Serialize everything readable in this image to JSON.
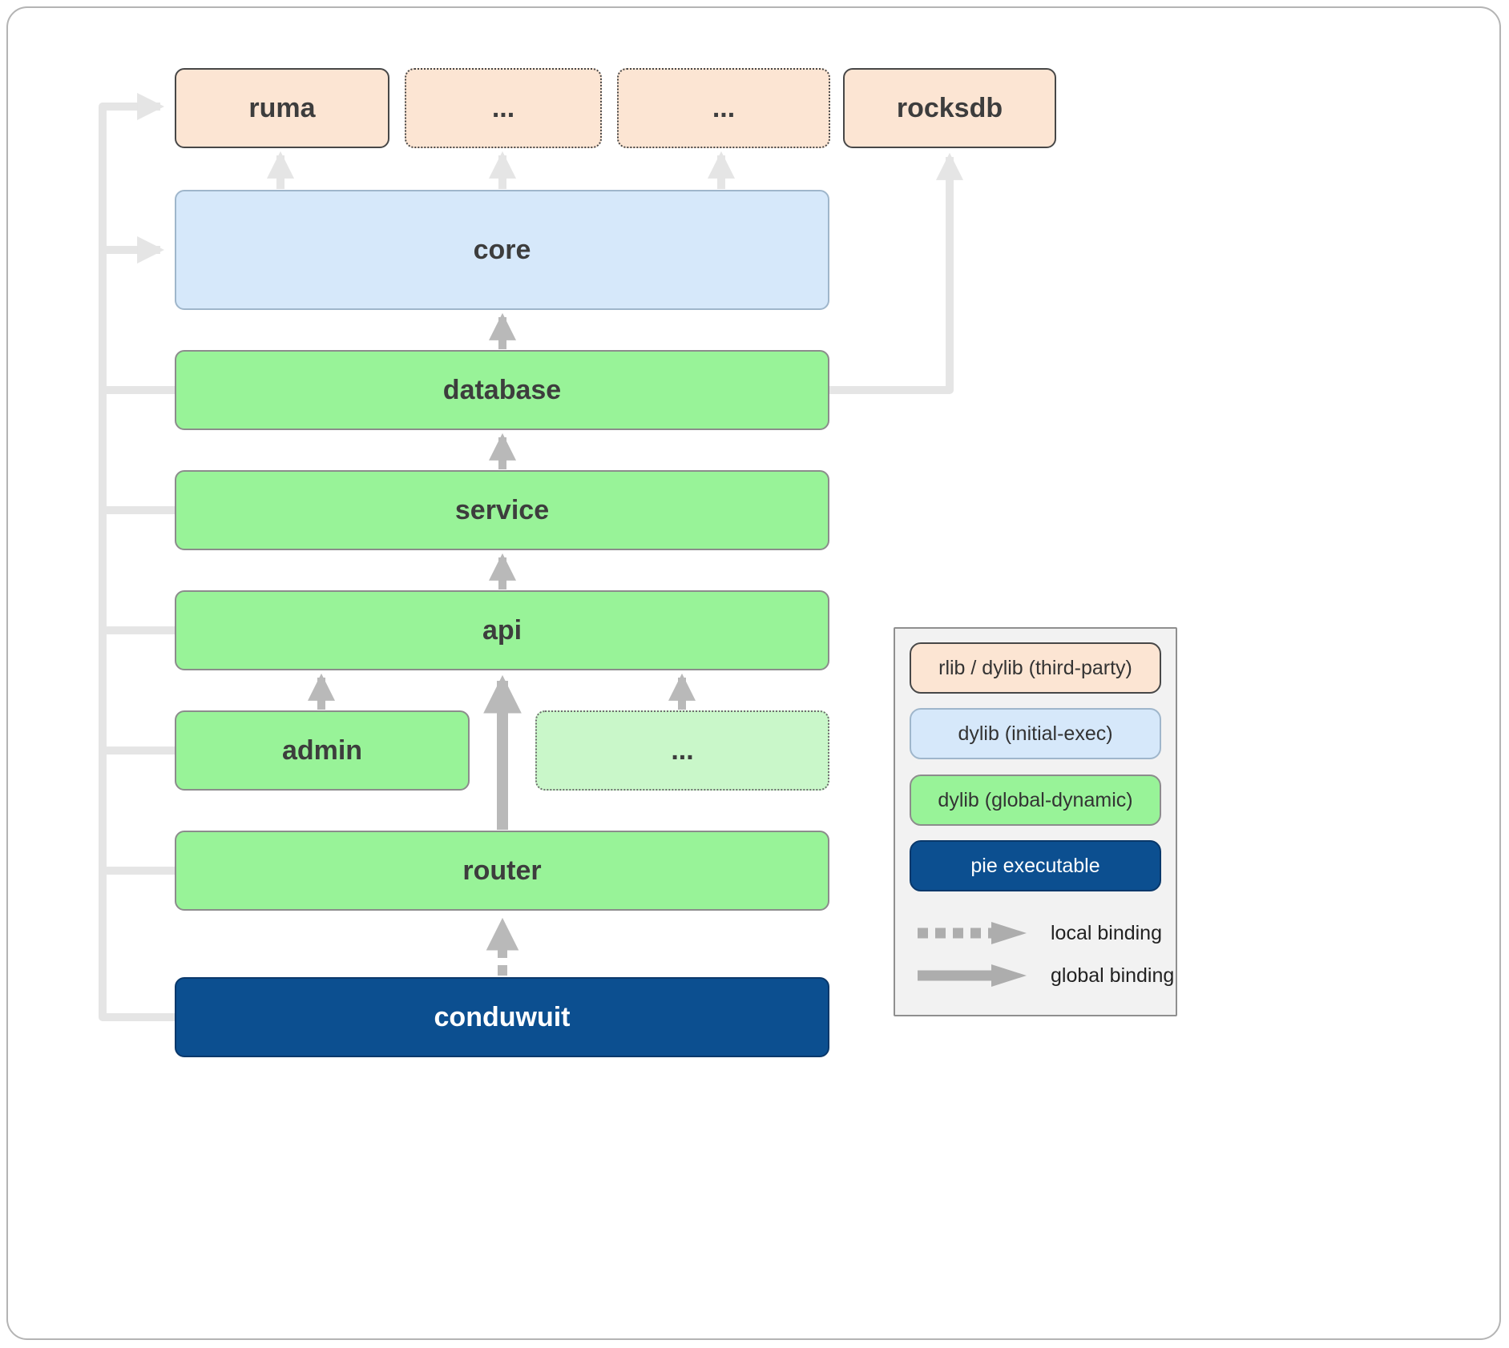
{
  "diagram": {
    "nodes": {
      "ruma": "ruma",
      "third_party_a": "...",
      "third_party_b": "...",
      "rocksdb": "rocksdb",
      "core": "core",
      "database": "database",
      "service": "service",
      "api": "api",
      "admin": "admin",
      "other": "...",
      "router": "router",
      "conduwuit": "conduwuit"
    },
    "edges": [
      {
        "from": "conduwuit",
        "to": "router",
        "binding": "local"
      },
      {
        "from": "router",
        "to": "api",
        "binding": "global"
      },
      {
        "from": "admin",
        "to": "api",
        "binding": "global"
      },
      {
        "from": "other",
        "to": "api",
        "binding": "global"
      },
      {
        "from": "api",
        "to": "service",
        "binding": "global"
      },
      {
        "from": "service",
        "to": "database",
        "binding": "global"
      },
      {
        "from": "database",
        "to": "core",
        "binding": "global"
      },
      {
        "from": "database",
        "to": "rocksdb",
        "binding": "global"
      },
      {
        "from": "core",
        "to": "ruma",
        "binding": "global"
      },
      {
        "from": "core",
        "to": "third_party_a",
        "binding": "global"
      },
      {
        "from": "core",
        "to": "third_party_b",
        "binding": "global"
      },
      {
        "from": "all-crates",
        "to": "ruma",
        "binding": "global"
      },
      {
        "from": "all-crates",
        "to": "core",
        "binding": "global"
      }
    ]
  },
  "legend": {
    "items": [
      {
        "label": "rlib / dylib (third-party)",
        "fill": "#fce5d3"
      },
      {
        "label": "dylib (initial-exec)",
        "fill": "#d6e8fa"
      },
      {
        "label": "dylib (global-dynamic)",
        "fill": "#98f398"
      },
      {
        "label": "pie executable",
        "fill": "#0c4f90"
      }
    ],
    "local_binding": "local binding",
    "global_binding": "global binding"
  },
  "colors": {
    "third_party_fill": "#fce5d3",
    "initial_exec_fill": "#d6e8fa",
    "global_dynamic_fill": "#98f398",
    "pie_executable_fill": "#0c4f90",
    "arrow_light": "#e5e5e5",
    "arrow_mid": "#b9b9b9",
    "legend_background": "#f2f2f2"
  }
}
